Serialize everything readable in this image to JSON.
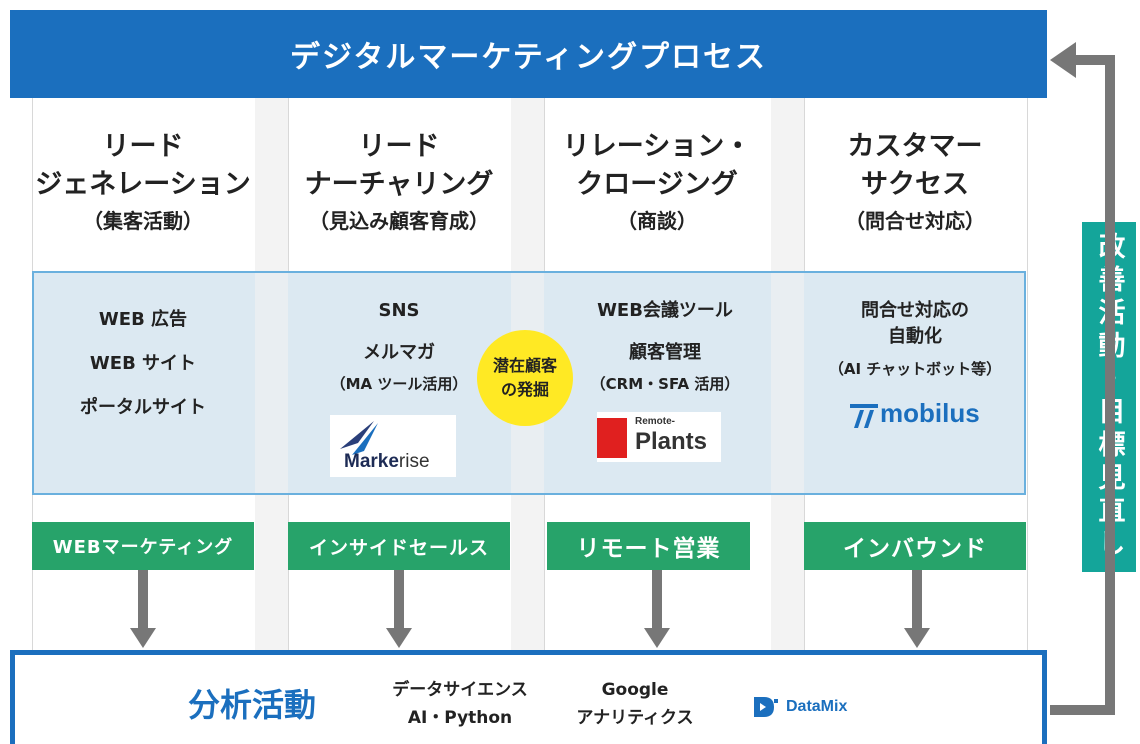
{
  "header": {
    "title": "デジタルマーケティングプロセス"
  },
  "columns": [
    {
      "title1": "リード",
      "title2": "ジェネレーション",
      "sub": "（集客活動）",
      "tools": [
        "WEB 広告",
        "WEB サイト",
        "ポータルサイト"
      ],
      "label": "WEBマーケティング"
    },
    {
      "title1": "リード",
      "title2": "ナーチャリング",
      "sub": "（見込み顧客育成）",
      "tools": [
        "SNS",
        "メルマガ",
        "（MA ツール活用）"
      ],
      "logo": {
        "main": "Marke",
        "accent": "rise"
      },
      "label": "インサイドセールス"
    },
    {
      "title1": "リレーション・",
      "title2": "クロージング",
      "sub": "（商談）",
      "tools": [
        "WEB会議ツール",
        "顧客管理",
        "（CRM・SFA 活用）"
      ],
      "logo": {
        "small": "Remote-",
        "main": "Plants"
      },
      "label": "リモート営業"
    },
    {
      "title1": "カスタマー",
      "title2": "サクセス",
      "sub": "（問合せ対応）",
      "tools": [
        "問合せ対応の",
        "自動化",
        "（AI チャットボット等）"
      ],
      "logo": {
        "main": "mobilus"
      },
      "label": "インバウンド"
    }
  ],
  "circle": {
    "line1": "潜在顧客",
    "line2": "の発掘"
  },
  "side": {
    "label": "改善活動・目標見直し"
  },
  "bottom": {
    "title": "分析活動",
    "item1_line1": "データサイエンス",
    "item1_line2": "AI・Python",
    "item2_line1": "Google",
    "item2_line2": "アナリティクス",
    "logo": "DataMix"
  },
  "colors": {
    "blue": "#1b6fbe",
    "green": "#27a36a",
    "teal": "#14a59a",
    "yellow": "#ffe924",
    "band": "#dce9f2"
  }
}
